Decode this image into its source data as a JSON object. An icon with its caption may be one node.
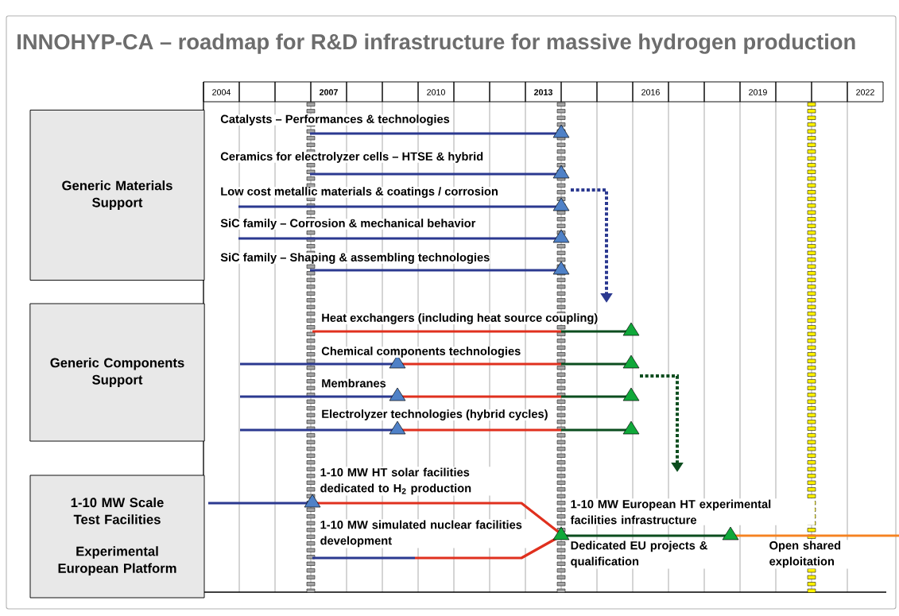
{
  "diagram": {
    "title": "INNOHYP-CA – roadmap for R&D infrastructure for massive hydrogen production",
    "nodes": [
      {
        "text": [
          "Generic Materials Support"
        ]
      },
      {
        "text": [
          "Generic Components Support"
        ]
      },
      {
        "text": [
          "1-10 MW Scale Test Facilities",
          "Experimental European Platform"
        ]
      }
    ],
    "labels": [
      "2004",
      "2007",
      "2010",
      "2013",
      "2016",
      "2019",
      "2022",
      "Catalysts – Performances & technologies",
      "Ceramics for electrolyzer cells – HTSE & hybrid",
      "Low cost metallic materials & coatings / corrosion",
      "SiC family – Corrosion & mechanical behavior",
      "SiC family – Shaping & assembling technologies",
      "Heat exchangers (including heat source coupling)",
      "Chemical components technologies",
      "Membranes",
      "Electrolyzer technologies (hybrid cycles)",
      "1-10 MW HT solar facilities dedicated to H$_{2}$ production",
      "1-10 MW simulated nuclear facilities development",
      "1-10 MW European HT experimental facilities infrastructure",
      "Dedicated EU projects & qualification",
      "Open shared exploitation"
    ]
  }
}
